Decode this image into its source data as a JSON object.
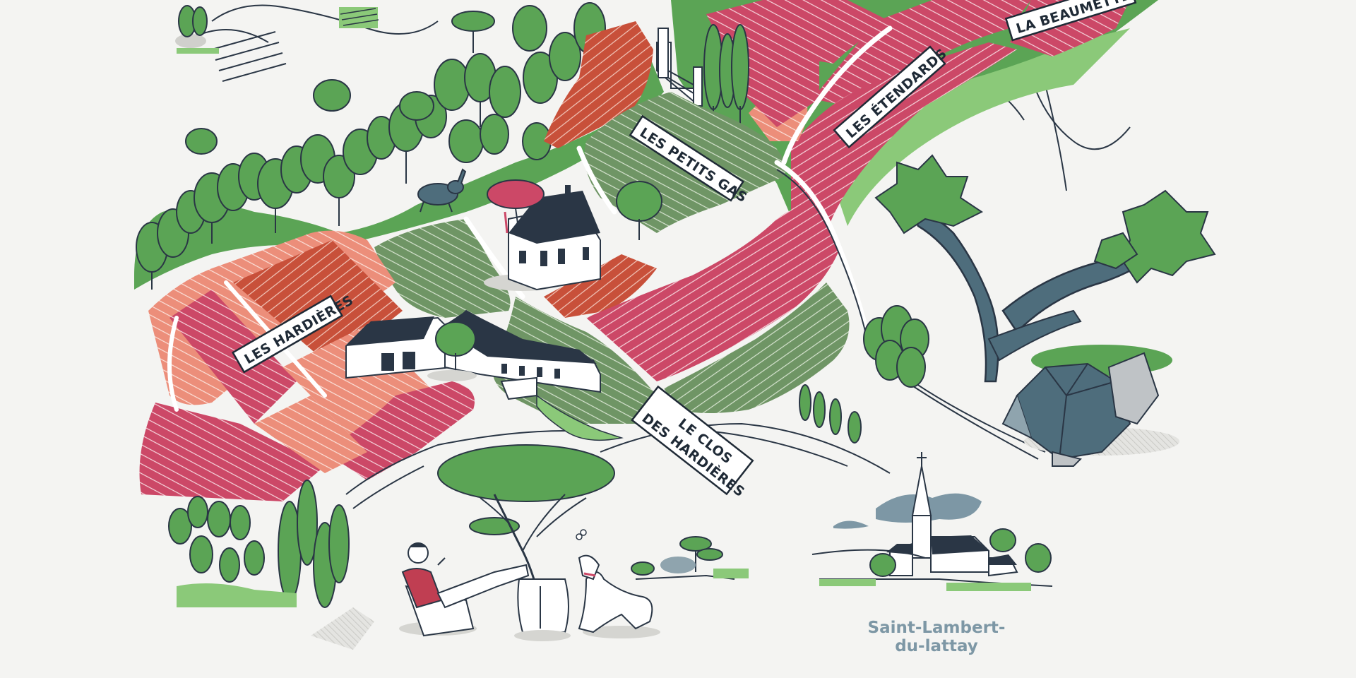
{
  "map": {
    "parcels": {
      "la_beaumette": "LA BEAUMETTE",
      "les_etendards": "LES ÉTENDARDS",
      "les_petits_gas": "LES PETITS GAS",
      "les_hardieres": "LES HARDIÈRES",
      "le_clos_line1": "LE CLOS",
      "le_clos_line2": "DES HARDIÈRES"
    },
    "village": {
      "line1": "Saint-Lambert-",
      "line2": "du-lattay"
    }
  },
  "colors": {
    "background": "#f4f4f2",
    "crimson_vines": "#cc4867",
    "salmon_vines": "#ec8e7a",
    "rust_vines": "#c8503a",
    "sage_vines": "#6f9565",
    "tree_green": "#5ba455",
    "pale_green": "#8bc979",
    "slate": "#2a3645",
    "steel_blue": "#4e6d7c",
    "village_text": "#7d97a5"
  },
  "icons": [
    "hare-icon",
    "manor-house-icon",
    "farmhouse-icon",
    "old-vine-stump-icon",
    "schist-rock-icon",
    "church-icon",
    "man-in-armchair-icon",
    "dog-icon",
    "barrel-icon",
    "umbrella-pine-icon"
  ]
}
